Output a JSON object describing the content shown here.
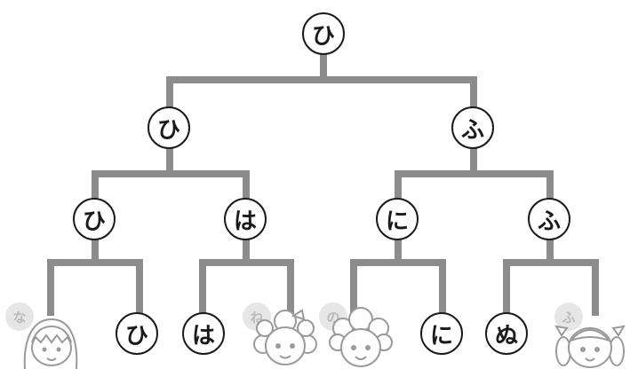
{
  "tree": {
    "champion": "ひ",
    "semifinal": [
      "ひ",
      "ふ"
    ],
    "quarterfinal": [
      "ひ",
      "は",
      "に",
      "ふ"
    ],
    "entrants": [
      {
        "name": "な",
        "has_picture": true,
        "eliminated": true
      },
      {
        "name": "ひ",
        "has_picture": false,
        "eliminated": false
      },
      {
        "name": "は",
        "has_picture": false,
        "eliminated": false
      },
      {
        "name": "ね",
        "has_picture": true,
        "eliminated": true
      },
      {
        "name": "の",
        "has_picture": true,
        "eliminated": true
      },
      {
        "name": "に",
        "has_picture": false,
        "eliminated": false
      },
      {
        "name": "ぬ",
        "has_picture": false,
        "eliminated": false
      },
      {
        "name": "ふ",
        "has_picture": true,
        "eliminated": true
      }
    ]
  },
  "colors": {
    "line": "#8c8c8c",
    "circle_border": "#1a1a1a",
    "ghost_fill": "#e6e6e6",
    "ghost_text": "#b9b9b9",
    "character_line": "#9a9a9a"
  }
}
